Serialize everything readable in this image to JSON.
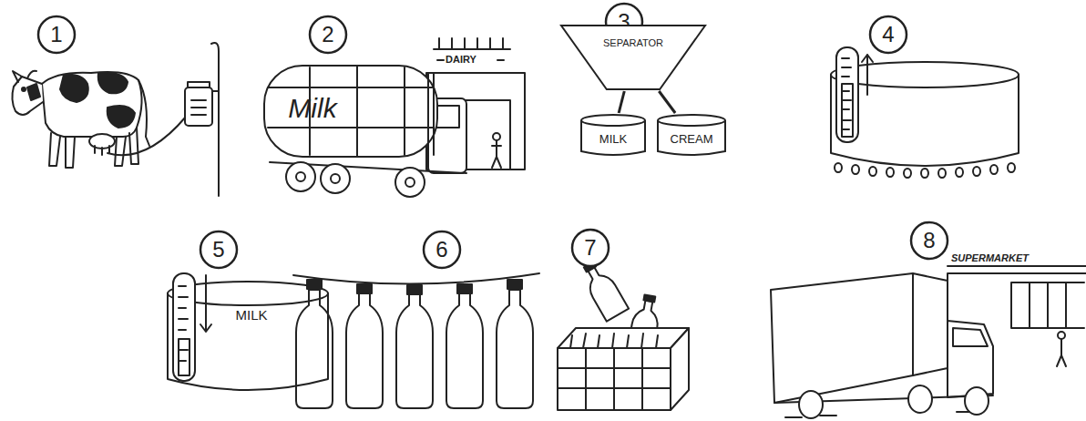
{
  "diagram": {
    "nodes": [
      {
        "text": [
          "1"
        ]
      },
      {
        "text": [
          "2"
        ]
      },
      {
        "text": [
          "Milk"
        ]
      },
      {
        "text": [
          "3"
        ]
      },
      {
        "text": [
          "SEPARATOR"
        ]
      },
      {
        "text": [
          "MILK"
        ]
      },
      {
        "text": [
          "CREAM"
        ]
      },
      {
        "text": [
          "4"
        ]
      },
      {
        "text": [
          "5"
        ]
      },
      {
        "text": [
          "MILK"
        ]
      },
      {
        "text": [
          "6"
        ]
      },
      {
        "text": [
          "7"
        ]
      },
      {
        "text": [
          "8"
        ]
      }
    ],
    "edges": [
      {
        "from": 4,
        "to": 5,
        "arrow": "none"
      },
      {
        "from": 4,
        "to": 6,
        "arrow": "none"
      }
    ],
    "labels": [
      "DAIRY",
      "SUPERMARKET"
    ]
  }
}
